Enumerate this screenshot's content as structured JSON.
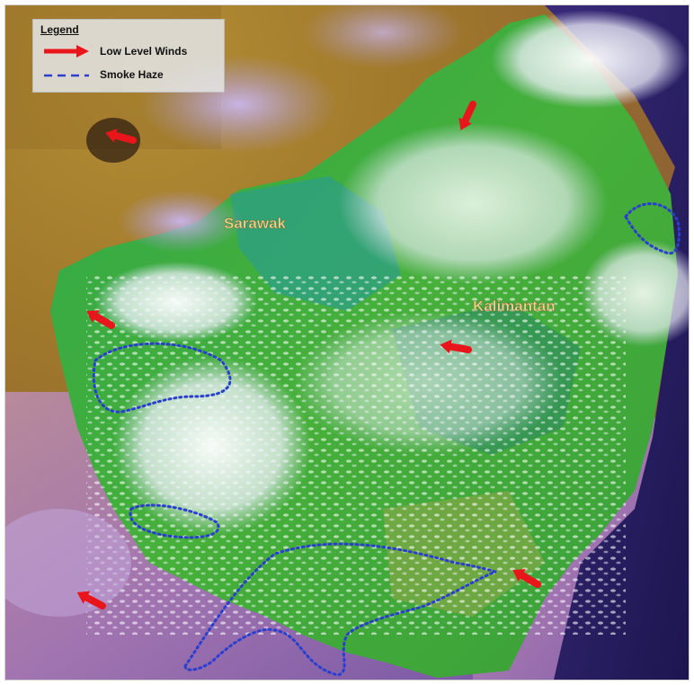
{
  "legend": {
    "title": "Legend",
    "items": [
      {
        "label": "Low Level Winds",
        "symbol": "red-arrow-icon",
        "color": "#e8161a"
      },
      {
        "label": "Smoke Haze",
        "symbol": "blue-dashed-line-icon",
        "color": "#2a3fd0"
      }
    ]
  },
  "places": [
    {
      "name": "Sarawak"
    },
    {
      "name": "Kalimantan"
    }
  ],
  "colors": {
    "land": "#3fae3a",
    "cloud": "#eef0f8",
    "sea_south": "#9a6aa8",
    "sea_east": "#2a2070",
    "sea_north": "#a8852e",
    "wind_arrow": "#e8161a",
    "haze_outline": "#2a3fd0"
  }
}
